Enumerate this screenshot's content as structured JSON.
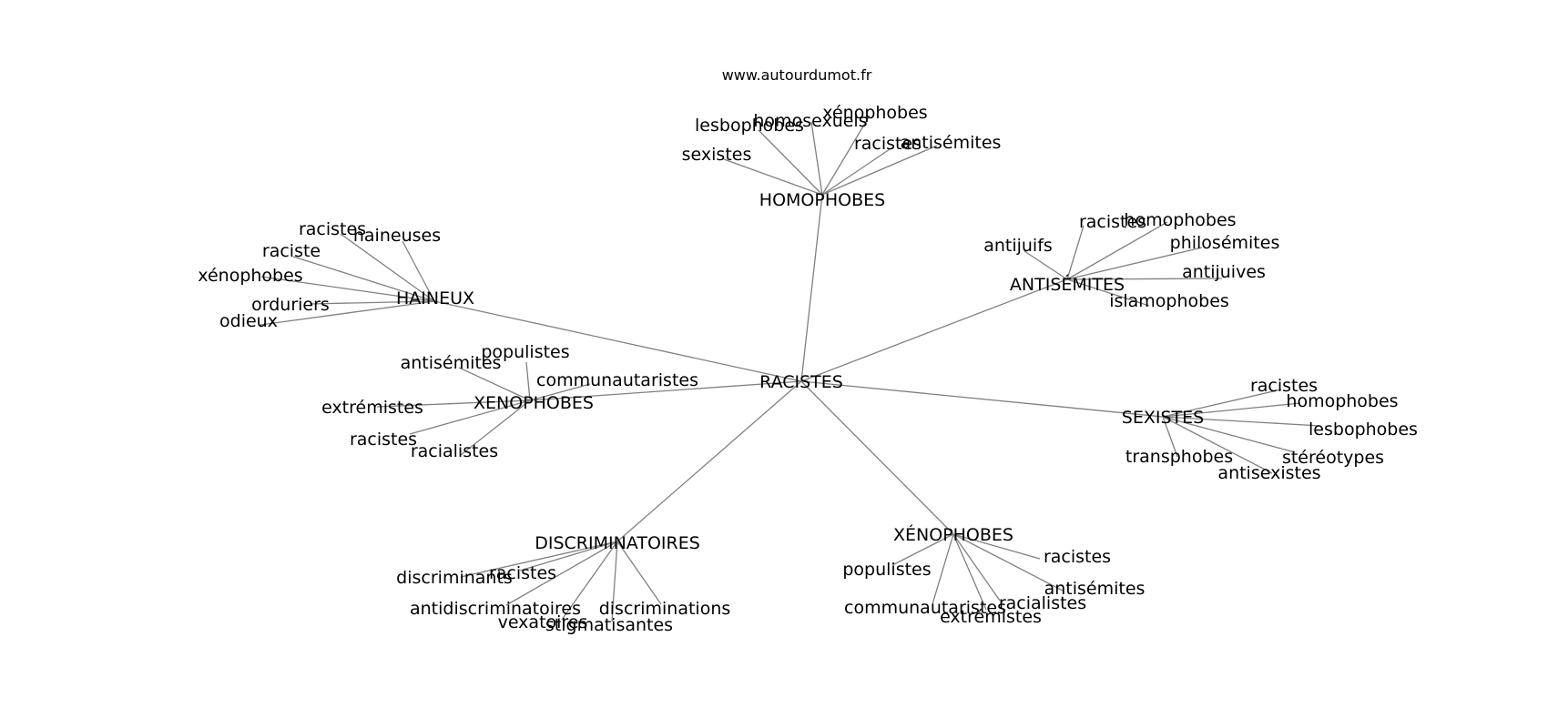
{
  "site": "www.autourdumot.fr",
  "center": "RACISTES",
  "clusters": [
    {
      "id": "homophobes",
      "label": "HOMOPHOBES",
      "leaves": [
        "lesbophobes",
        "homosexuels",
        "xénophobes",
        "sexistes",
        "racistes",
        "antisémites"
      ]
    },
    {
      "id": "antisemites",
      "label": "ANTISÉMITES",
      "leaves": [
        "antijuifs",
        "racistes",
        "homophobes",
        "philosémites",
        "antijuives",
        "islamophobes"
      ]
    },
    {
      "id": "haineux",
      "label": "HAINEUX",
      "leaves": [
        "racistes",
        "haineuses",
        "raciste",
        "xénophobes",
        "orduriers",
        "odieux"
      ]
    },
    {
      "id": "xenophobes-upper",
      "label": "XENOPHOBES",
      "leaves": [
        "populistes",
        "antisémites",
        "communautaristes",
        "extrémistes",
        "racistes",
        "racialistes"
      ]
    },
    {
      "id": "sexistes",
      "label": "SEXISTES",
      "leaves": [
        "racistes",
        "homophobes",
        "lesbophobes",
        "stéréotypes",
        "transphobes",
        "antisexistes"
      ]
    },
    {
      "id": "discriminatoires",
      "label": "DISCRIMINATOIRES",
      "leaves": [
        "discriminants",
        "racistes",
        "antidiscriminatoires",
        "discriminations",
        "vexatoires",
        "stigmatisantes"
      ]
    },
    {
      "id": "xenophobes-lower",
      "label": "XÉNOPHOBES",
      "leaves": [
        "racistes",
        "populistes",
        "antisémites",
        "racialistes",
        "communautaristes",
        "extrémistes"
      ]
    }
  ]
}
